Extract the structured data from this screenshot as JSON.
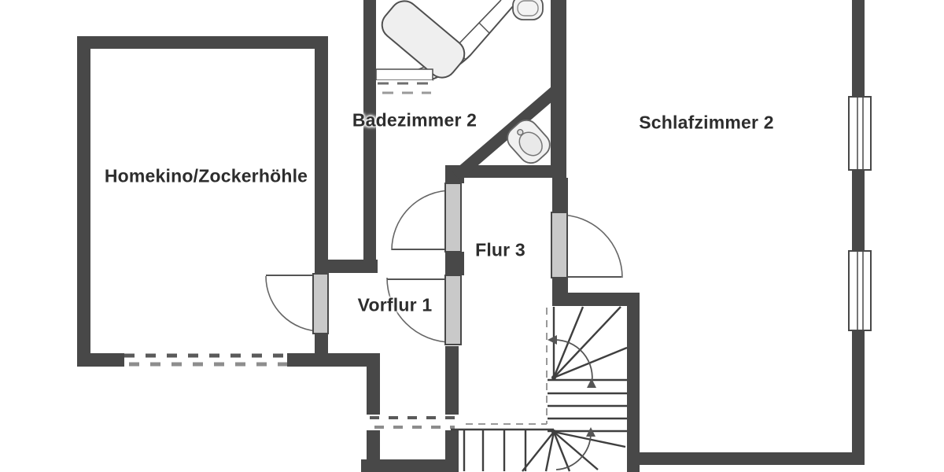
{
  "floorplan": {
    "rooms": {
      "homekino": {
        "label": "Homekino/Zockerhöhle"
      },
      "badezimmer": {
        "label": "Badezimmer 2"
      },
      "schlafzimmer": {
        "label": "Schlafzimmer 2"
      },
      "flur": {
        "label": "Flur 3"
      },
      "vorflur": {
        "label": "Vorflur 1"
      }
    },
    "fixtures": {
      "bathtub": "corner-bathtub",
      "sink": "washbasin",
      "toilet": "toilet",
      "staircase": "winder-staircase",
      "window_count": 2,
      "door_count": 4
    },
    "colors": {
      "wall": "#484848",
      "door_leaf": "#c9c9c9",
      "fixture_fill": "#efefef",
      "fixture_stroke": "#666666",
      "stair_line": "#3f3f3f",
      "dash_line": "#999999",
      "text": "#2d2d2d",
      "background": "#ffffff"
    }
  }
}
